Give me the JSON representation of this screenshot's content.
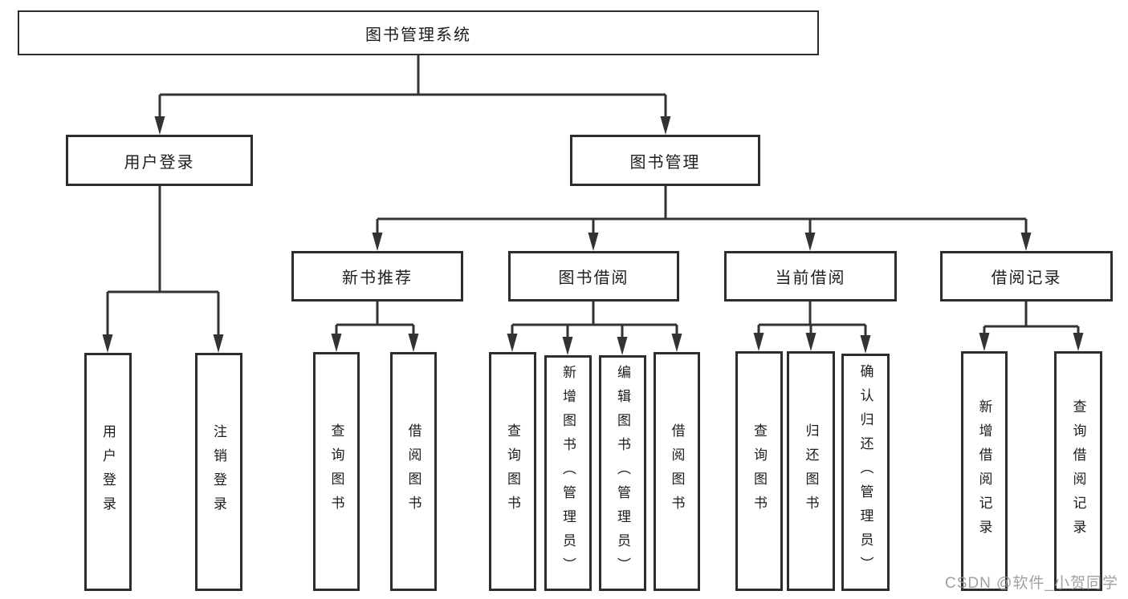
{
  "diagram": {
    "root": {
      "label": "图书管理系统"
    },
    "branches": [
      {
        "label": "用户登录",
        "children": [
          {
            "label": "用户登录"
          },
          {
            "label": "注销登录"
          }
        ]
      },
      {
        "label": "图书管理",
        "sections": [
          {
            "label": "新书推荐",
            "children": [
              {
                "label": "查询图书"
              },
              {
                "label": "借阅图书"
              }
            ]
          },
          {
            "label": "图书借阅",
            "children": [
              {
                "label": "查询图书"
              },
              {
                "label": "新增图书（管理员）"
              },
              {
                "label": "编辑图书（管理员）"
              },
              {
                "label": "借阅图书"
              }
            ]
          },
          {
            "label": "当前借阅",
            "children": [
              {
                "label": "查询图书"
              },
              {
                "label": "归还图书"
              },
              {
                "label": "确认归还（管理员）"
              }
            ]
          },
          {
            "label": "借阅记录",
            "children": [
              {
                "label": "新增借阅记录"
              },
              {
                "label": "查询借阅记录"
              }
            ]
          }
        ]
      }
    ]
  },
  "watermark": {
    "text": "CSDN @软件_小贺同学"
  },
  "colors": {
    "line": "#333333",
    "box_border": "#2d2d2d",
    "text": "#1d1d1d",
    "watermark": "#949494",
    "background": "#ffffff"
  }
}
